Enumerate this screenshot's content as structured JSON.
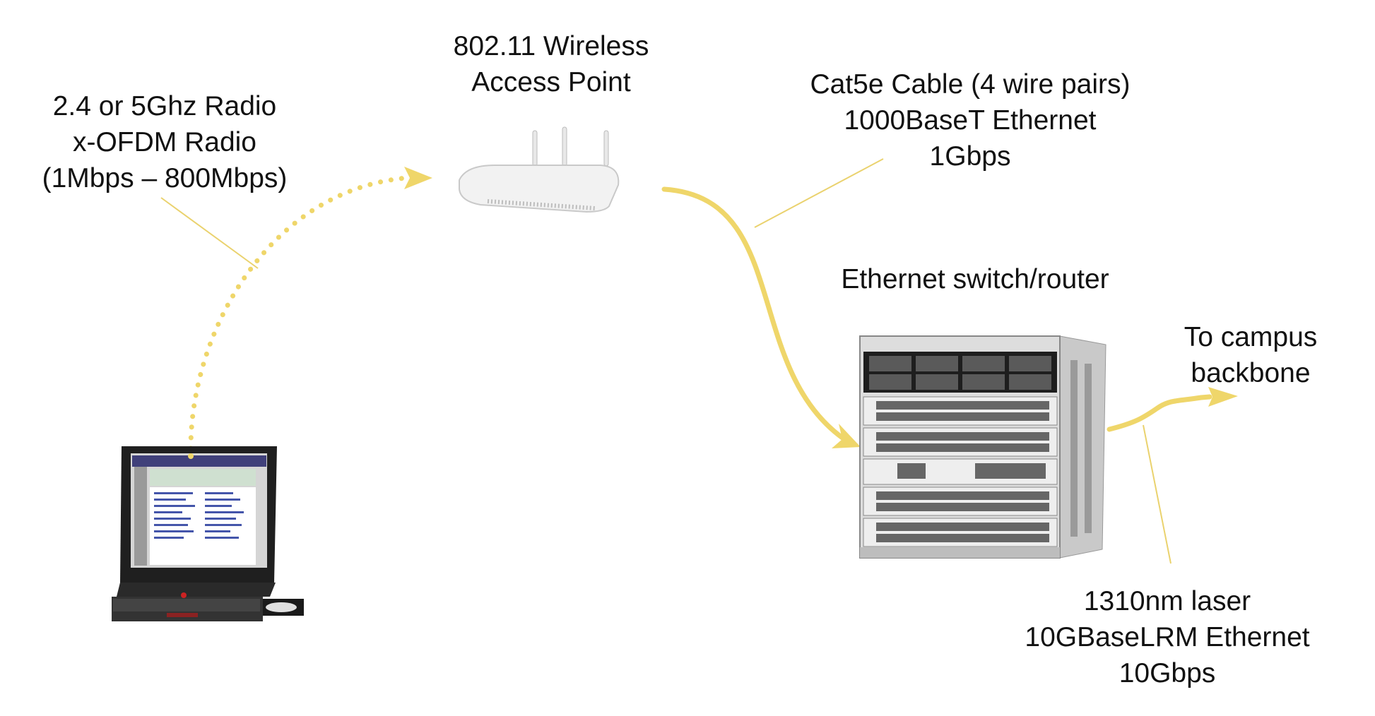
{
  "labels": {
    "radio": [
      "2.4 or 5Ghz Radio",
      "x-OFDM Radio",
      "(1Mbps – 800Mbps)"
    ],
    "access_point": [
      "802.11 Wireless",
      "Access Point"
    ],
    "cable": [
      "Cat5e Cable (4 wire pairs)",
      "1000BaseT Ethernet",
      "1Gbps"
    ],
    "switch": [
      "Ethernet switch/router"
    ],
    "campus": [
      "To campus",
      "backbone"
    ],
    "laser": [
      "1310nm laser",
      "10GBaseLRM Ethernet",
      "10Gbps"
    ]
  },
  "colors": {
    "link": "#EFD66A",
    "leader": "#EAD26E"
  },
  "icons": [
    "laptop-icon",
    "wireless-access-point-icon",
    "ethernet-switch-router-icon"
  ]
}
